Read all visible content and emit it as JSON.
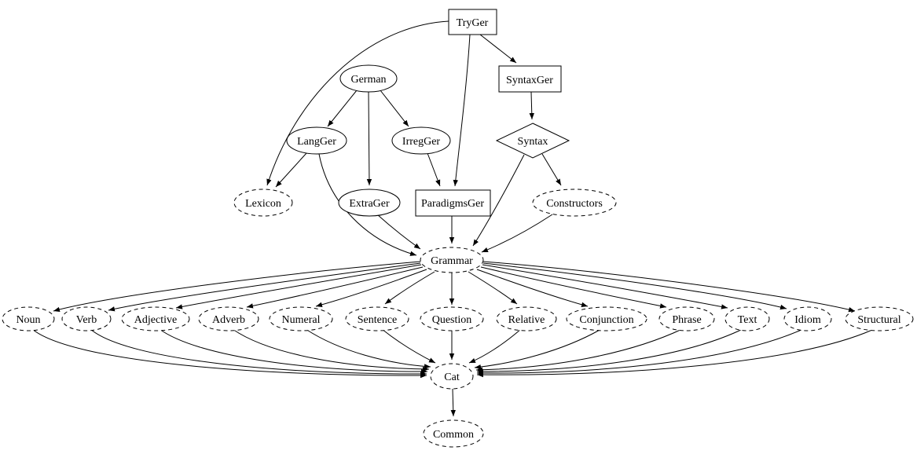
{
  "diagram": {
    "type": "directed-dependency-graph",
    "background_color": "#ffffff",
    "stroke_color": "#000000",
    "nodes": {
      "TryGer": {
        "label": "TryGer",
        "shape": "box",
        "border": "solid"
      },
      "German": {
        "label": "German",
        "shape": "ellipse",
        "border": "solid"
      },
      "SyntaxGer": {
        "label": "SyntaxGer",
        "shape": "box",
        "border": "solid"
      },
      "LangGer": {
        "label": "LangGer",
        "shape": "ellipse",
        "border": "solid"
      },
      "IrregGer": {
        "label": "IrregGer",
        "shape": "ellipse",
        "border": "solid"
      },
      "Syntax": {
        "label": "Syntax",
        "shape": "diamond",
        "border": "solid"
      },
      "Lexicon": {
        "label": "Lexicon",
        "shape": "ellipse",
        "border": "dashed"
      },
      "ExtraGer": {
        "label": "ExtraGer",
        "shape": "ellipse",
        "border": "solid"
      },
      "ParadigmsGer": {
        "label": "ParadigmsGer",
        "shape": "box",
        "border": "solid"
      },
      "Constructors": {
        "label": "Constructors",
        "shape": "ellipse",
        "border": "dashed"
      },
      "Grammar": {
        "label": "Grammar",
        "shape": "ellipse",
        "border": "dashed"
      },
      "Noun": {
        "label": "Noun",
        "shape": "ellipse",
        "border": "dashed"
      },
      "Verb": {
        "label": "Verb",
        "shape": "ellipse",
        "border": "dashed"
      },
      "Adjective": {
        "label": "Adjective",
        "shape": "ellipse",
        "border": "dashed"
      },
      "Adverb": {
        "label": "Adverb",
        "shape": "ellipse",
        "border": "dashed"
      },
      "Numeral": {
        "label": "Numeral",
        "shape": "ellipse",
        "border": "dashed"
      },
      "Sentence": {
        "label": "Sentence",
        "shape": "ellipse",
        "border": "dashed"
      },
      "Question": {
        "label": "Question",
        "shape": "ellipse",
        "border": "dashed"
      },
      "Relative": {
        "label": "Relative",
        "shape": "ellipse",
        "border": "dashed"
      },
      "Conjunction": {
        "label": "Conjunction",
        "shape": "ellipse",
        "border": "dashed"
      },
      "Phrase": {
        "label": "Phrase",
        "shape": "ellipse",
        "border": "dashed"
      },
      "Text": {
        "label": "Text",
        "shape": "ellipse",
        "border": "dashed"
      },
      "Idiom": {
        "label": "Idiom",
        "shape": "ellipse",
        "border": "dashed"
      },
      "Structural": {
        "label": "Structural",
        "shape": "ellipse",
        "border": "dashed"
      },
      "Cat": {
        "label": "Cat",
        "shape": "ellipse",
        "border": "dashed"
      },
      "Common": {
        "label": "Common",
        "shape": "ellipse",
        "border": "dashed"
      }
    },
    "edges": [
      {
        "from": "TryGer",
        "to": "SyntaxGer"
      },
      {
        "from": "TryGer",
        "to": "ParadigmsGer"
      },
      {
        "from": "TryGer",
        "to": "Lexicon"
      },
      {
        "from": "German",
        "to": "LangGer"
      },
      {
        "from": "German",
        "to": "IrregGer"
      },
      {
        "from": "German",
        "to": "ExtraGer"
      },
      {
        "from": "LangGer",
        "to": "Lexicon"
      },
      {
        "from": "LangGer",
        "to": "Grammar"
      },
      {
        "from": "IrregGer",
        "to": "ParadigmsGer"
      },
      {
        "from": "SyntaxGer",
        "to": "Syntax"
      },
      {
        "from": "Syntax",
        "to": "Constructors"
      },
      {
        "from": "Syntax",
        "to": "Grammar"
      },
      {
        "from": "ParadigmsGer",
        "to": "Grammar"
      },
      {
        "from": "ExtraGer",
        "to": "Grammar"
      },
      {
        "from": "Constructors",
        "to": "Grammar"
      },
      {
        "from": "Grammar",
        "to": "Noun"
      },
      {
        "from": "Grammar",
        "to": "Verb"
      },
      {
        "from": "Grammar",
        "to": "Adjective"
      },
      {
        "from": "Grammar",
        "to": "Adverb"
      },
      {
        "from": "Grammar",
        "to": "Numeral"
      },
      {
        "from": "Grammar",
        "to": "Sentence"
      },
      {
        "from": "Grammar",
        "to": "Question"
      },
      {
        "from": "Grammar",
        "to": "Relative"
      },
      {
        "from": "Grammar",
        "to": "Conjunction"
      },
      {
        "from": "Grammar",
        "to": "Phrase"
      },
      {
        "from": "Grammar",
        "to": "Text"
      },
      {
        "from": "Grammar",
        "to": "Idiom"
      },
      {
        "from": "Grammar",
        "to": "Structural"
      },
      {
        "from": "Noun",
        "to": "Cat"
      },
      {
        "from": "Verb",
        "to": "Cat"
      },
      {
        "from": "Adjective",
        "to": "Cat"
      },
      {
        "from": "Adverb",
        "to": "Cat"
      },
      {
        "from": "Numeral",
        "to": "Cat"
      },
      {
        "from": "Sentence",
        "to": "Cat"
      },
      {
        "from": "Question",
        "to": "Cat"
      },
      {
        "from": "Relative",
        "to": "Cat"
      },
      {
        "from": "Conjunction",
        "to": "Cat"
      },
      {
        "from": "Phrase",
        "to": "Cat"
      },
      {
        "from": "Text",
        "to": "Cat"
      },
      {
        "from": "Idiom",
        "to": "Cat"
      },
      {
        "from": "Structural",
        "to": "Cat"
      },
      {
        "from": "Cat",
        "to": "Common"
      }
    ]
  }
}
